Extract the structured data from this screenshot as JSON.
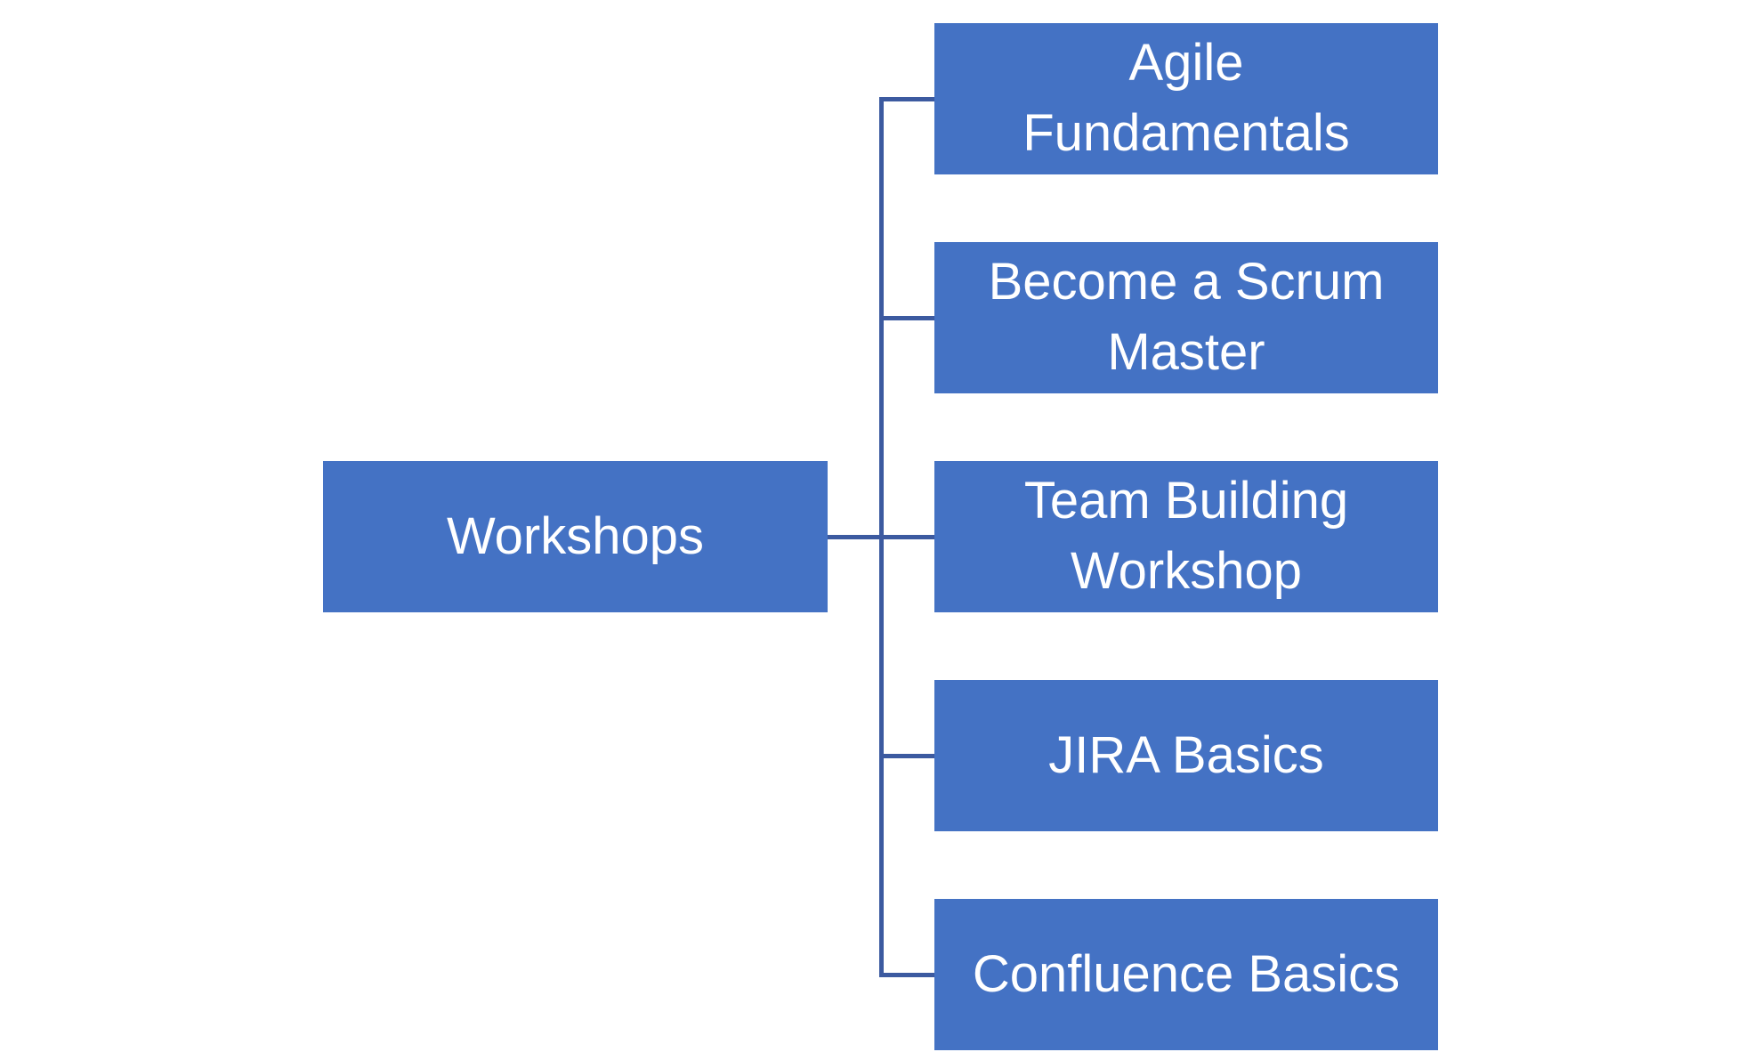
{
  "diagram": {
    "type": "hierarchy",
    "root": {
      "label": "Workshops"
    },
    "children": [
      {
        "label": "Agile\nFundamentals"
      },
      {
        "label": "Become a Scrum\nMaster"
      },
      {
        "label": "Team Building\nWorkshop"
      },
      {
        "label": "JIRA Basics"
      },
      {
        "label": "Confluence Basics"
      }
    ],
    "colors": {
      "node_fill": "#4472C4",
      "node_text": "#FFFFFF",
      "connector": "#3C5AA0",
      "background": "#FFFFFF"
    }
  }
}
